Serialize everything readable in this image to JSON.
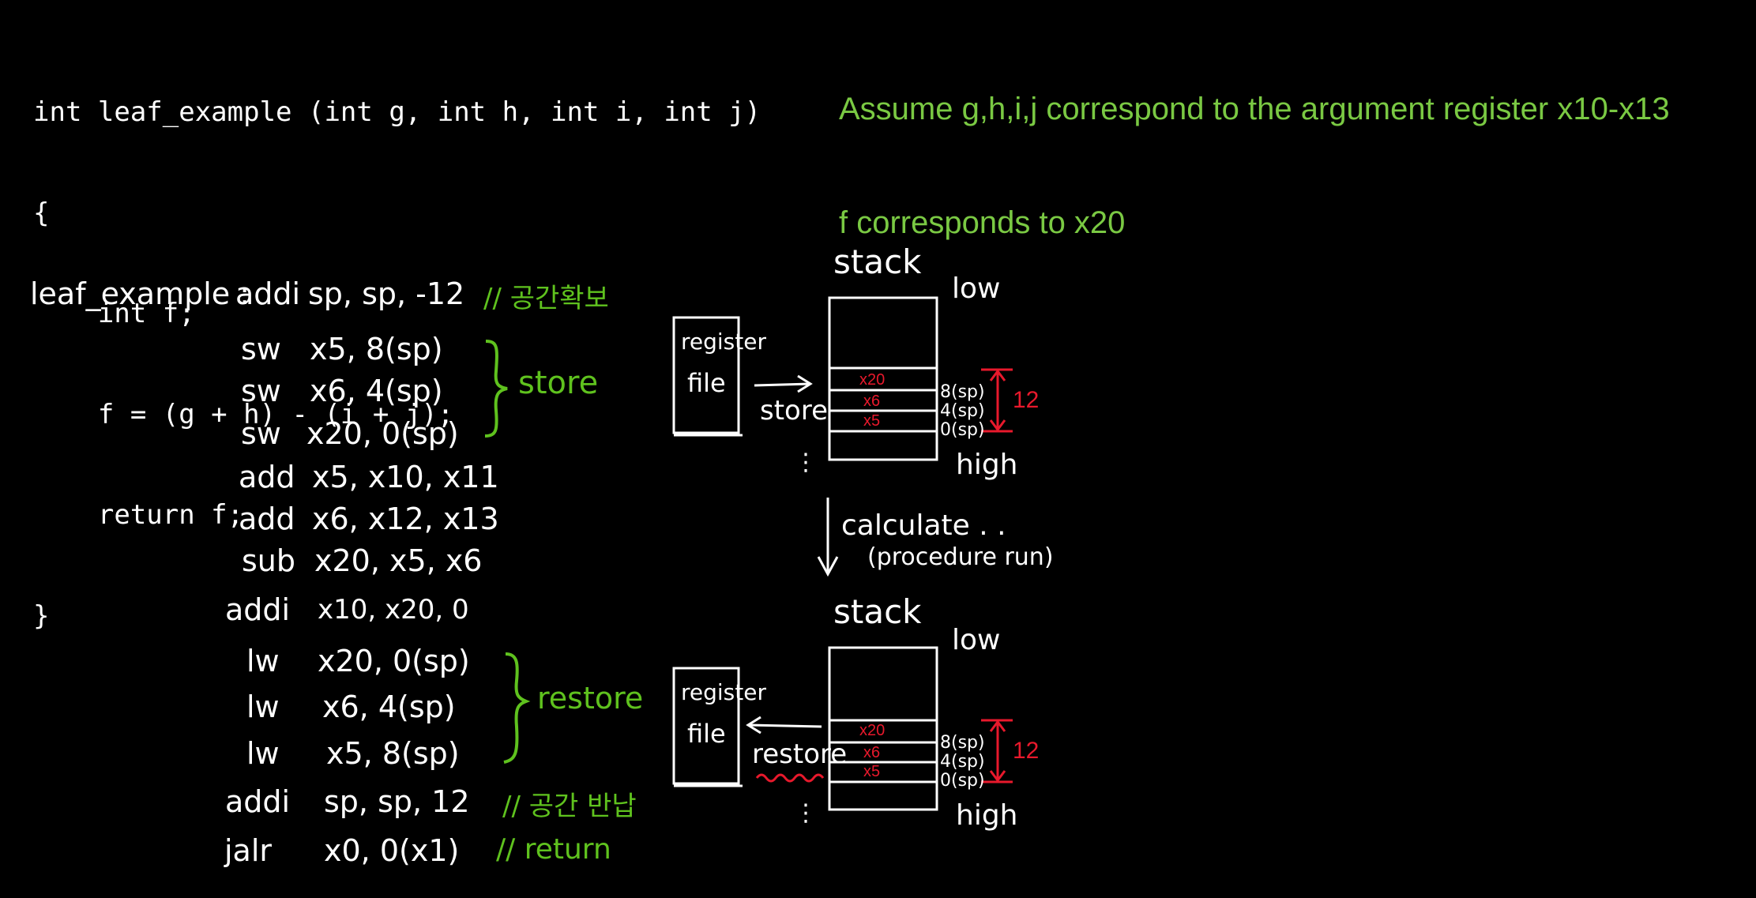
{
  "code": [
    "int leaf_example (int g, int h, int i, int j)",
    "{",
    "    int f;",
    "    f = (g + h) - (i + j);",
    "    return f;",
    "}"
  ],
  "note": [
    "Assume g,h,i,j correspond to the argument register x10-x13",
    "f corresponds to x20"
  ],
  "asm": {
    "label": "leaf_example :",
    "rows": [
      {
        "op": "addi",
        "args": "sp, sp, -12",
        "comment": "// 공간확보"
      },
      {
        "op": "sw",
        "args": "x5, 8(sp)",
        "comment": ""
      },
      {
        "op": "sw",
        "args": "x6, 4(sp)",
        "comment": ""
      },
      {
        "op": "sw",
        "args": "x20, 0(sp)",
        "comment": ""
      },
      {
        "op": "add",
        "args": "x5, x10, x11",
        "comment": ""
      },
      {
        "op": "add",
        "args": "x6, x12, x13",
        "comment": ""
      },
      {
        "op": "sub",
        "args": "x20, x5, x6",
        "comment": ""
      },
      {
        "op": "addi",
        "args": "x10, x20, 0",
        "comment": ""
      },
      {
        "op": "lw",
        "args": "x20, 0(sp)",
        "comment": ""
      },
      {
        "op": "lw",
        "args": "x6, 4(sp)",
        "comment": ""
      },
      {
        "op": "lw",
        "args": "x5, 8(sp)",
        "comment": ""
      },
      {
        "op": "addi",
        "args": "sp, sp, 12",
        "comment": "// 공간 반납"
      },
      {
        "op": "jalr",
        "args": "x0, 0(x1)",
        "comment": "// return"
      }
    ],
    "store_label": "store",
    "restore_label": "restore"
  },
  "diagram": {
    "stack_title": "stack",
    "low": "low",
    "high": "high",
    "register_file_line1": "register",
    "register_file_line2": "file",
    "store": "store",
    "restore": "restore",
    "slots": [
      "x20",
      "x6",
      "x5"
    ],
    "offsets": [
      "8(sp)",
      "4(sp)",
      "0(sp)"
    ],
    "size": "12",
    "calc_line1": "calculate . .",
    "calc_line2": "(procedure run)",
    "ellipsis": "⋮"
  },
  "colors": {
    "background": "#000000",
    "text": "#ffffff",
    "note": "#7ac943",
    "annotation_green": "#5fc21e",
    "accent_red": "#e8192c"
  }
}
